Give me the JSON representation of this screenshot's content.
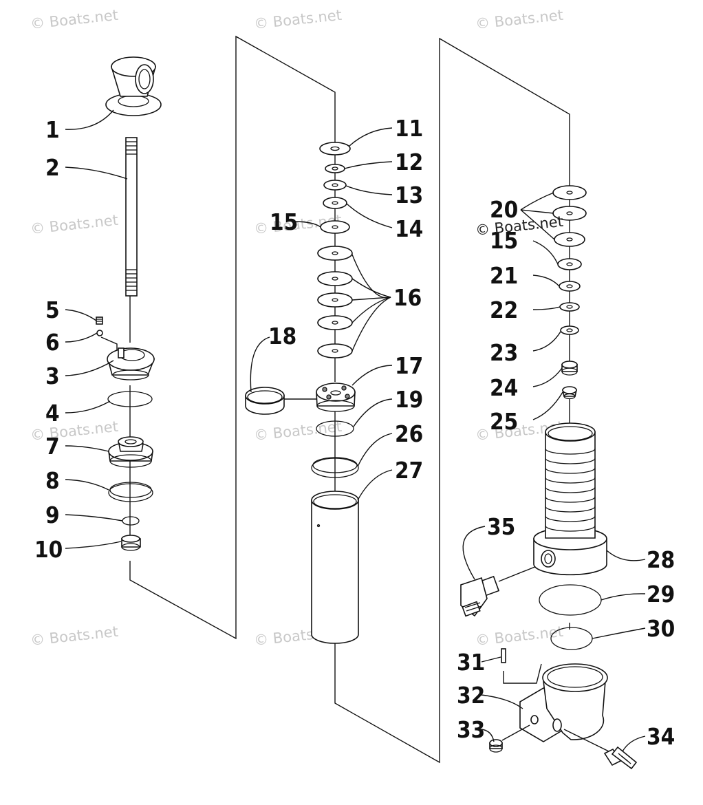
{
  "watermark": "© Boats.net",
  "watermark_overlay": "© Boats.net",
  "labels": {
    "l1": "1",
    "l2": "2",
    "l3": "3",
    "l4": "4",
    "l5": "5",
    "l6": "6",
    "l7": "7",
    "l8": "8",
    "l9": "9",
    "l10": "10",
    "l11": "11",
    "l12": "12",
    "l13": "13",
    "l14": "14",
    "l15a": "15",
    "l16": "16",
    "l17": "17",
    "l18": "18",
    "l19": "19",
    "l20": "20",
    "l15b": "15",
    "l21": "21",
    "l22": "22",
    "l23": "23",
    "l24": "24",
    "l25": "25",
    "l26": "26",
    "l27": "27",
    "l28": "28",
    "l29": "29",
    "l30": "30",
    "l31": "31",
    "l32": "32",
    "l33": "33",
    "l34": "34",
    "l35": "35"
  }
}
